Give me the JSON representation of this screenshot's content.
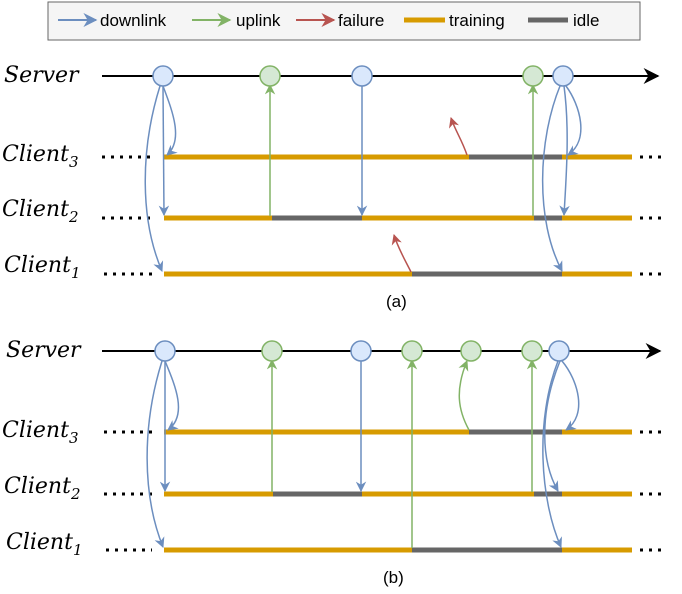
{
  "legend": {
    "items": [
      {
        "label": "downlink",
        "color": "#6C8EBF",
        "kind": "arrow"
      },
      {
        "label": "uplink",
        "color": "#82B366",
        "kind": "arrow"
      },
      {
        "label": "failure",
        "color": "#B85450",
        "kind": "arrow"
      },
      {
        "label": "training",
        "color": "#D79B00",
        "kind": "bar"
      },
      {
        "label": "idle",
        "color": "#666666",
        "kind": "bar"
      }
    ]
  },
  "entities": {
    "server": "Server",
    "client_base": "Client",
    "client3_sub": "3",
    "client2_sub": "2",
    "client1_sub": "1"
  },
  "captions": {
    "a": "(a)",
    "b": "(b)"
  },
  "colors": {
    "downlink": "#6C8EBF",
    "uplink": "#82B366",
    "failure": "#B85450",
    "training": "#D79B00",
    "idle": "#666666",
    "node_down_fill": "#DAE8FC",
    "node_up_fill": "#D5E8D4"
  }
}
